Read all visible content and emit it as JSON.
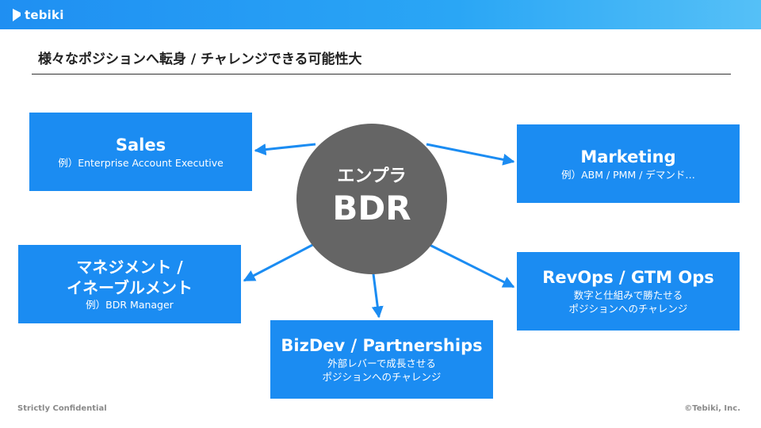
{
  "header": {
    "logo_text": "tebiki",
    "brand_color": "#1f8ff2"
  },
  "slide": {
    "title": "様々なポジションへ転身 / チャレンジできる可能性大"
  },
  "center": {
    "line1": "エンプラ",
    "line2": "BDR",
    "color": "#656565"
  },
  "boxes": {
    "sales": {
      "title": "Sales",
      "sub": "例）Enterprise Account Executive"
    },
    "marketing": {
      "title": "Marketing",
      "sub": "例）ABM / PMM / デマンド…"
    },
    "enablement": {
      "title1": "マネジメント /",
      "title2": "イネーブルメント",
      "sub": "例）BDR Manager"
    },
    "revops": {
      "title": "RevOps / GTM Ops",
      "sub1": "数字と仕組みで勝たせる",
      "sub2": "ポジションへのチャレンジ"
    },
    "bizdev": {
      "title": "BizDev / Partnerships",
      "sub1": "外部レバーで成長させる",
      "sub2": "ポジションへのチャレンジ"
    },
    "box_color": "#1b8cf2"
  },
  "footer": {
    "left": "Strictly Confidential",
    "right": "©Tebiki, Inc."
  }
}
